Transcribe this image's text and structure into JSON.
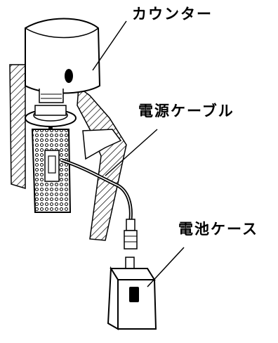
{
  "labels": {
    "counter": "カウンター",
    "power_cable": "電源ケーブル",
    "battery_case": "電池ケース"
  },
  "colors": {
    "line": "#000000",
    "background": "#ffffff"
  }
}
